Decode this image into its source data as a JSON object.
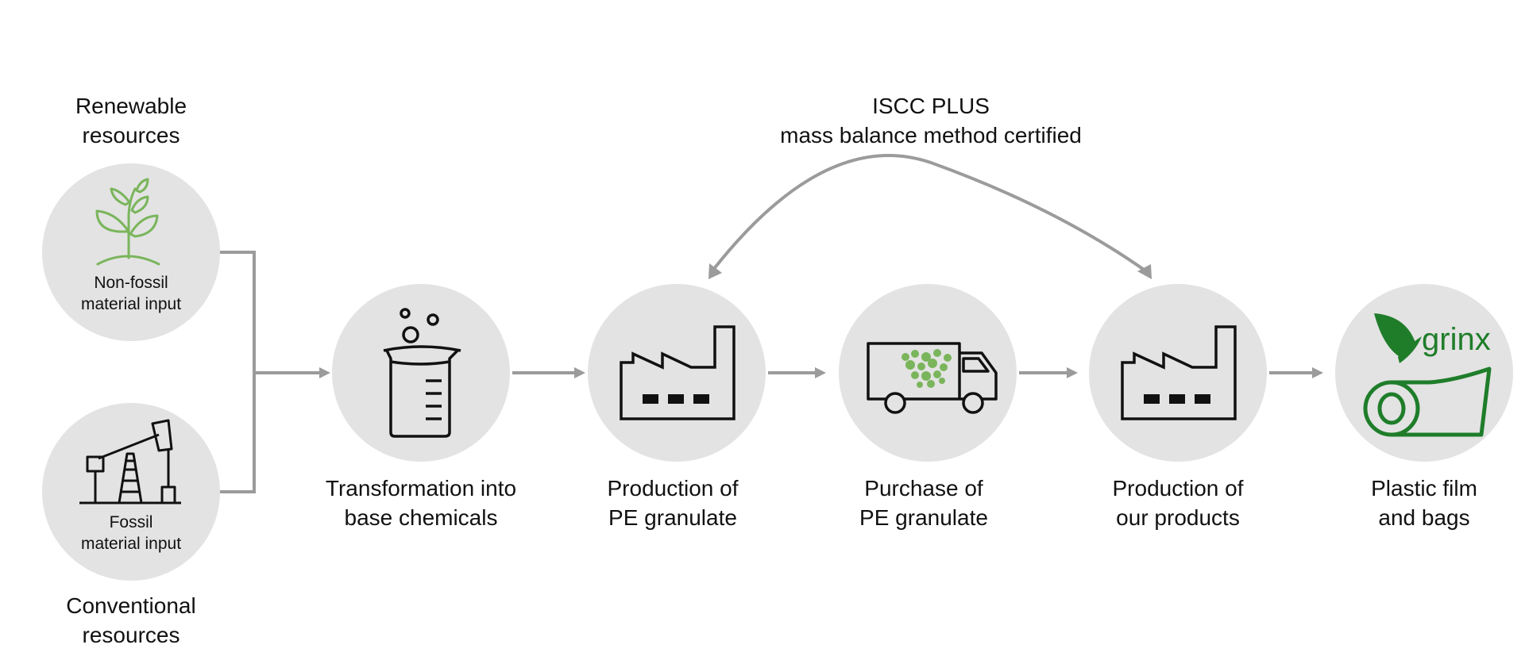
{
  "colors": {
    "circle": "#e3e3e3",
    "connector": "#9b9b9b",
    "icon_stroke": "#111111",
    "plant_green": "#7ab55c",
    "brand_green": "#1f7d2a"
  },
  "top_labels": {
    "renewable": [
      "Renewable",
      "resources"
    ],
    "iscc": [
      "ISCC PLUS",
      "mass balance method certified"
    ]
  },
  "bottom_labels": {
    "conventional": [
      "Conventional",
      "resources"
    ]
  },
  "inputs": [
    {
      "icon": "plant-icon",
      "caption": [
        "Non-fossil",
        "material input"
      ]
    },
    {
      "icon": "oil-pump-icon",
      "caption": [
        "Fossil",
        "material input"
      ]
    }
  ],
  "steps": [
    {
      "icon": "beaker-icon",
      "caption": [
        "Transformation into",
        "base chemicals"
      ]
    },
    {
      "icon": "factory-icon",
      "caption": [
        "Production of",
        "PE granulate"
      ]
    },
    {
      "icon": "truck-icon",
      "caption": [
        "Purchase of",
        "PE granulate"
      ]
    },
    {
      "icon": "factory-icon",
      "caption": [
        "Production of",
        "our products"
      ]
    },
    {
      "icon": "film-roll-icon",
      "caption": [
        "Plastic film",
        "and bags"
      ]
    }
  ],
  "brand": {
    "logo_text": "grinx"
  }
}
